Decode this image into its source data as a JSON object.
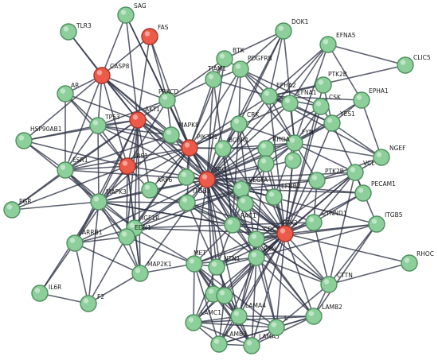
{
  "diagram": {
    "colors": {
      "default_node": "#8ccf9a",
      "default_node_stroke": "#4e8f5e",
      "highlight_node": "#ec5a4a",
      "highlight_node_stroke": "#a83428",
      "edge": "#2f3548"
    },
    "nodes": [
      {
        "id": "SAG",
        "label": "SAG",
        "highlight": false
      },
      {
        "id": "FAS",
        "label": "FAS",
        "highlight": true
      },
      {
        "id": "TLR3",
        "label": "TLR3",
        "highlight": false
      },
      {
        "id": "DOK1",
        "label": "DOK1",
        "highlight": false
      },
      {
        "id": "EFNA5",
        "label": "EFNA5",
        "highlight": false
      },
      {
        "id": "CLIC5",
        "label": "CLIC5",
        "highlight": false
      },
      {
        "id": "BTK",
        "label": "BTK",
        "highlight": false
      },
      {
        "id": "PDGFRB",
        "label": "PDGFRB",
        "highlight": false
      },
      {
        "id": "CASP8",
        "label": "CASP8",
        "highlight": true
      },
      {
        "id": "AR",
        "label": "AR",
        "highlight": false
      },
      {
        "id": "TIAM1",
        "label": "TIAM1",
        "highlight": false
      },
      {
        "id": "EPHA2",
        "label": "EPHA2",
        "highlight": false
      },
      {
        "id": "PTK2B_top",
        "label": "PTK2B",
        "highlight": false
      },
      {
        "id": "EPHA1",
        "label": "EPHA1",
        "highlight": false
      },
      {
        "id": "PRKCD",
        "label": "PRKCD",
        "highlight": false
      },
      {
        "id": "EFNA1",
        "label": "EFNA1",
        "highlight": false
      },
      {
        "id": "CSK",
        "label": "CSK",
        "highlight": false
      },
      {
        "id": "AKT1",
        "label": "AKT1",
        "highlight": true
      },
      {
        "id": "TP53",
        "label": "TP53",
        "highlight": false
      },
      {
        "id": "CRK",
        "label": "CRK",
        "highlight": false
      },
      {
        "id": "YES1",
        "label": "YES1",
        "highlight": false
      },
      {
        "id": "HSP90AB1",
        "label": "HSP90AB1",
        "highlight": false
      },
      {
        "id": "MAPK8",
        "label": "MAPK8",
        "highlight": false
      },
      {
        "id": "FYN",
        "label": "FYN",
        "highlight": false
      },
      {
        "id": "PIK3R1",
        "label": "PIK3R1",
        "highlight": true
      },
      {
        "id": "BCAR1",
        "label": "BCAR1",
        "highlight": false
      },
      {
        "id": "RHOA",
        "label": "RHOA",
        "highlight": false
      },
      {
        "id": "NGEF",
        "label": "NGEF",
        "highlight": false
      },
      {
        "id": "ESR1",
        "label": "ESR1",
        "highlight": false
      },
      {
        "id": "IRS1",
        "label": "IRS1",
        "highlight": true
      },
      {
        "id": "SRC",
        "label": "SRC",
        "highlight": true
      },
      {
        "id": "VCL",
        "label": "VCL",
        "highlight": false
      },
      {
        "id": "PTK2B",
        "label": "PTK2B",
        "highlight": false
      },
      {
        "id": "ARF6",
        "label": "ARF6",
        "highlight": false
      },
      {
        "id": "ITGB3",
        "label": "ITGB3",
        "highlight": false
      },
      {
        "id": "VEGFA",
        "label": "VEGFA",
        "highlight": false
      },
      {
        "id": "EFNB2",
        "label": "EFNB2",
        "highlight": false
      },
      {
        "id": "PECAM1",
        "label": "PECAM1",
        "highlight": false
      },
      {
        "id": "PGR",
        "label": "PGR",
        "highlight": false
      },
      {
        "id": "MAPK3",
        "label": "MAPK3",
        "highlight": false
      },
      {
        "id": "IGF1R",
        "label": "IGF1R",
        "highlight": false
      },
      {
        "id": "RAC1",
        "label": "RAC1",
        "highlight": false
      },
      {
        "id": "CTNND1",
        "label": "CTNND1",
        "highlight": false
      },
      {
        "id": "ITGB5",
        "label": "ITGB5",
        "highlight": false
      },
      {
        "id": "EDN1",
        "label": "EDN1",
        "highlight": false
      },
      {
        "id": "CDC42",
        "label": "CDC42",
        "highlight": false
      },
      {
        "id": "PTK2",
        "label": "PTK2",
        "highlight": true
      },
      {
        "id": "ARRB1",
        "label": "ARRB1",
        "highlight": false
      },
      {
        "id": "PXN",
        "label": "PXN",
        "highlight": false
      },
      {
        "id": "MET",
        "label": "MET",
        "highlight": false
      },
      {
        "id": "NTN1",
        "label": "NTN1",
        "highlight": false
      },
      {
        "id": "MAP2K1",
        "label": "MAP2K1",
        "highlight": false
      },
      {
        "id": "RHOC",
        "label": "RHOC",
        "highlight": false
      },
      {
        "id": "CTTN",
        "label": "CTTN",
        "highlight": false
      },
      {
        "id": "IL6R",
        "label": "IL6R",
        "highlight": false
      },
      {
        "id": "F2",
        "label": "F2",
        "highlight": false
      },
      {
        "id": "LAMB2",
        "label": "LAMB2",
        "highlight": false
      },
      {
        "id": "LAMA4",
        "label": "LAMA4",
        "highlight": false
      },
      {
        "id": "LAMC1",
        "label": "LAMC1",
        "highlight": false
      },
      {
        "id": "LAMB3",
        "label": "LAMB3",
        "highlight": false
      },
      {
        "id": "LAMA5",
        "label": "LAMA5",
        "highlight": false
      },
      {
        "id": "L_unlabeled",
        "label": "L",
        "highlight": false
      },
      {
        "id": "n_a",
        "label": "",
        "highlight": false
      },
      {
        "id": "n_b",
        "label": "",
        "highlight": false
      },
      {
        "id": "n_c",
        "label": "",
        "highlight": false
      },
      {
        "id": "n_d",
        "label": "",
        "highlight": false
      },
      {
        "id": "n_e",
        "label": "",
        "highlight": false
      },
      {
        "id": "n_f",
        "label": "",
        "highlight": false
      }
    ]
  }
}
